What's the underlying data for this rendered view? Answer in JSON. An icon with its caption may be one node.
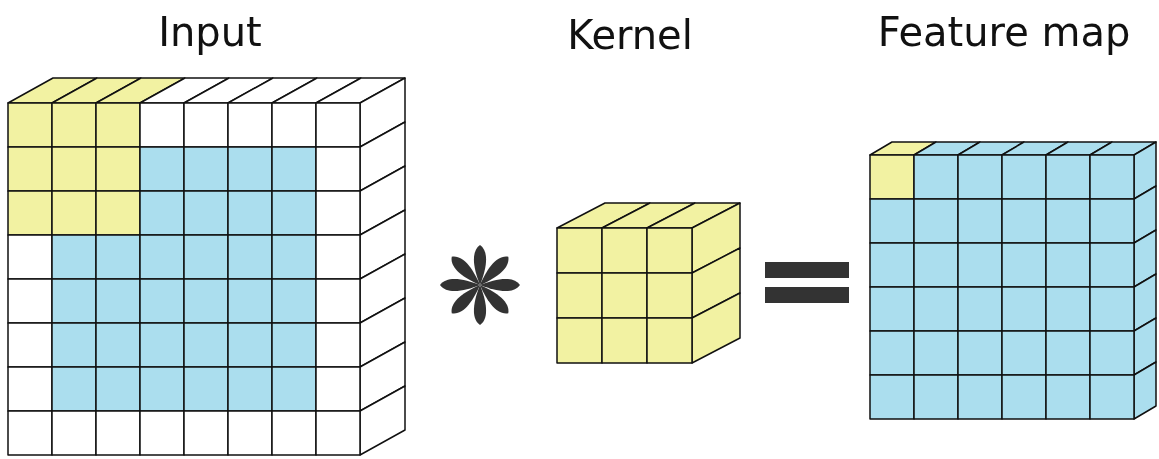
{
  "diagram": {
    "nodes": [
      {
        "text": [
          "Input"
        ]
      },
      {
        "text": [
          "Kernel"
        ]
      },
      {
        "text": [
          "Feature map"
        ]
      }
    ]
  }
}
